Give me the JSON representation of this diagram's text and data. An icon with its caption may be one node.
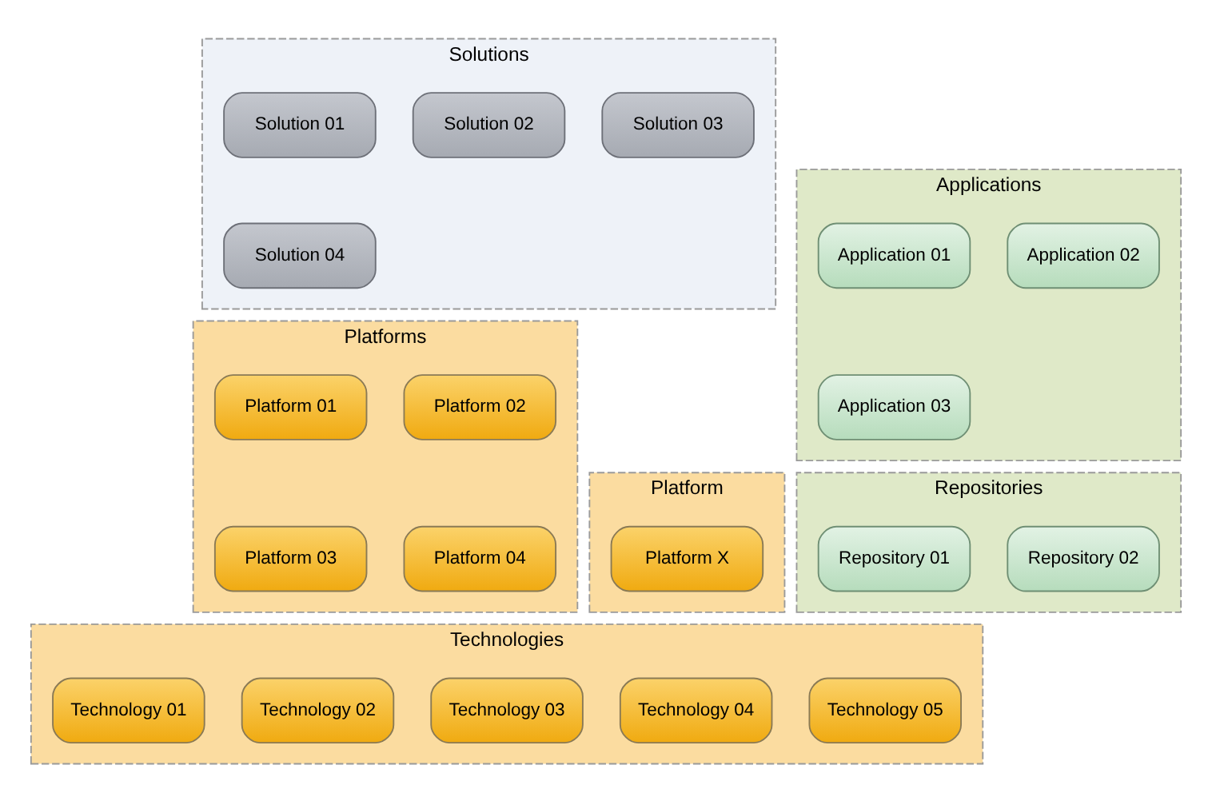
{
  "diagram": {
    "nodes": [
      {
        "text": [
          "Solutions"
        ]
      },
      {
        "text": [
          "Solution 01"
        ],
        "in": 0
      },
      {
        "text": [
          "Solution 02"
        ],
        "in": 0
      },
      {
        "text": [
          "Solution 03"
        ],
        "in": 0
      },
      {
        "text": [
          "Solution 04"
        ],
        "in": 0
      },
      {
        "text": [
          "Applications"
        ]
      },
      {
        "text": [
          "Application 01"
        ],
        "in": 5
      },
      {
        "text": [
          "Application 02"
        ],
        "in": 5
      },
      {
        "text": [
          "Application 03"
        ],
        "in": 5
      },
      {
        "text": [
          "Platforms"
        ]
      },
      {
        "text": [
          "Platform 01"
        ],
        "in": 9
      },
      {
        "text": [
          "Platform 02"
        ],
        "in": 9
      },
      {
        "text": [
          "Platform 03"
        ],
        "in": 9
      },
      {
        "text": [
          "Platform 04"
        ],
        "in": 9
      },
      {
        "text": [
          "Platform"
        ]
      },
      {
        "text": [
          "Platform X"
        ],
        "in": 14
      },
      {
        "text": [
          "Repositories"
        ]
      },
      {
        "text": [
          "Repository 01"
        ],
        "in": 16
      },
      {
        "text": [
          "Repository 02"
        ],
        "in": 16
      },
      {
        "text": [
          "Technologies"
        ]
      },
      {
        "text": [
          "Technology 01"
        ],
        "in": 19
      },
      {
        "text": [
          "Technology 02"
        ],
        "in": 19
      },
      {
        "text": [
          "Technology 03"
        ],
        "in": 19
      },
      {
        "text": [
          "Technology 04"
        ],
        "in": 19
      },
      {
        "text": [
          "Technology 05"
        ],
        "in": 19
      }
    ],
    "edges": []
  }
}
